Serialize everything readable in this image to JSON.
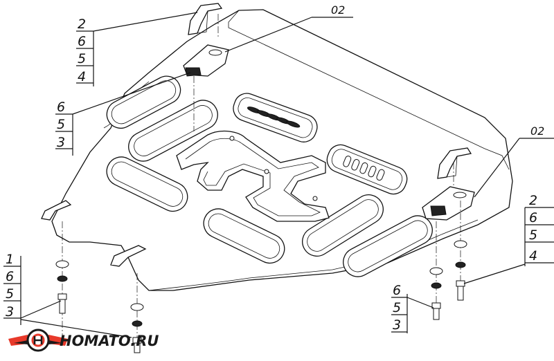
{
  "callouts": {
    "top_left": [
      "2",
      "6",
      "5",
      "4"
    ],
    "mid_left": [
      "6",
      "5",
      "3"
    ],
    "bottom_left": [
      "1",
      "6",
      "5",
      "3"
    ],
    "right_top": [
      "2",
      "6",
      "5",
      "4"
    ],
    "right_bottom": [
      "6",
      "5",
      "3"
    ],
    "part_code_top": "02",
    "part_code_right": "02"
  },
  "logo": {
    "text": "HOMATO.RU",
    "colors": {
      "accent": "#e8392a",
      "text": "#1a1a1a"
    },
    "icon": "winged-wheel-icon"
  },
  "colors": {
    "line": "#111111",
    "background": "#ffffff"
  }
}
